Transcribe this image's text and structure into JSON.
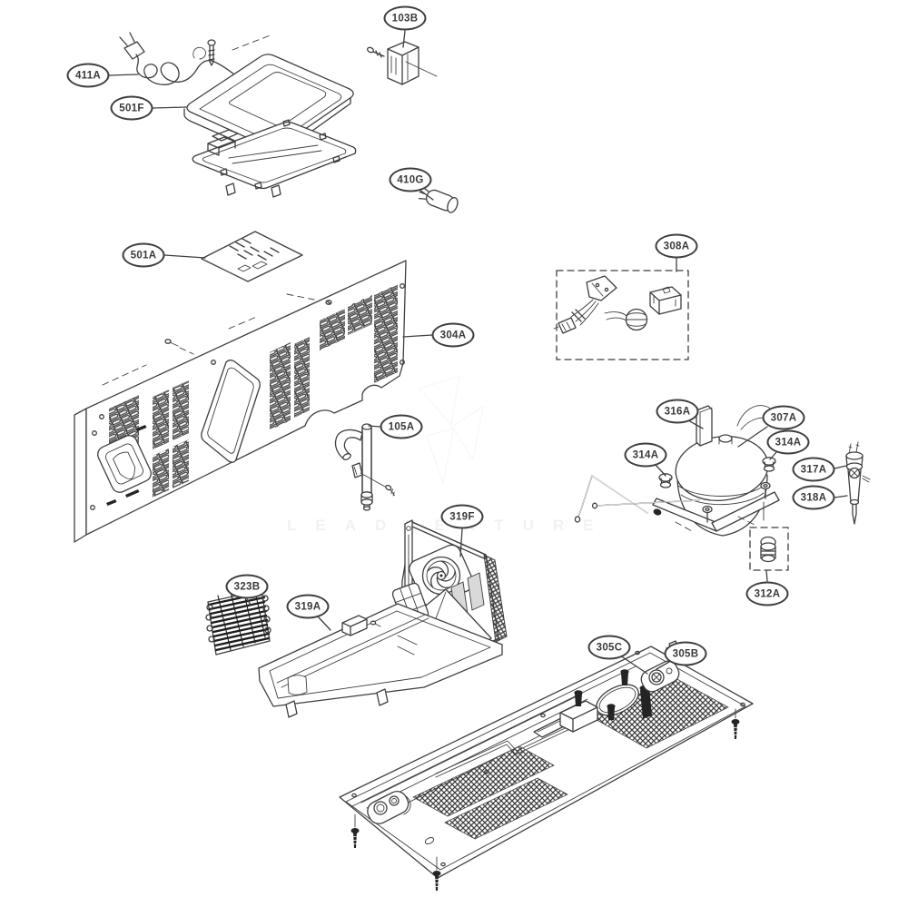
{
  "diagram": {
    "background": "#ffffff",
    "line_color": "#3f3f3f"
  },
  "watermark": {
    "text": "LEADVENTURE"
  },
  "labels": [
    {
      "text": "411A"
    },
    {
      "text": "501F"
    },
    {
      "text": "103B"
    },
    {
      "text": "410G"
    },
    {
      "text": "501A"
    },
    {
      "text": "304A"
    },
    {
      "text": "105A"
    },
    {
      "text": "308A"
    },
    {
      "text": "316A"
    },
    {
      "text": "307A"
    },
    {
      "text": "314A"
    },
    {
      "text": "314A"
    },
    {
      "text": "317A"
    },
    {
      "text": "318A"
    },
    {
      "text": "312A"
    },
    {
      "text": "319F"
    },
    {
      "text": "323B"
    },
    {
      "text": "319A"
    },
    {
      "text": "305C"
    },
    {
      "text": "305B"
    }
  ]
}
